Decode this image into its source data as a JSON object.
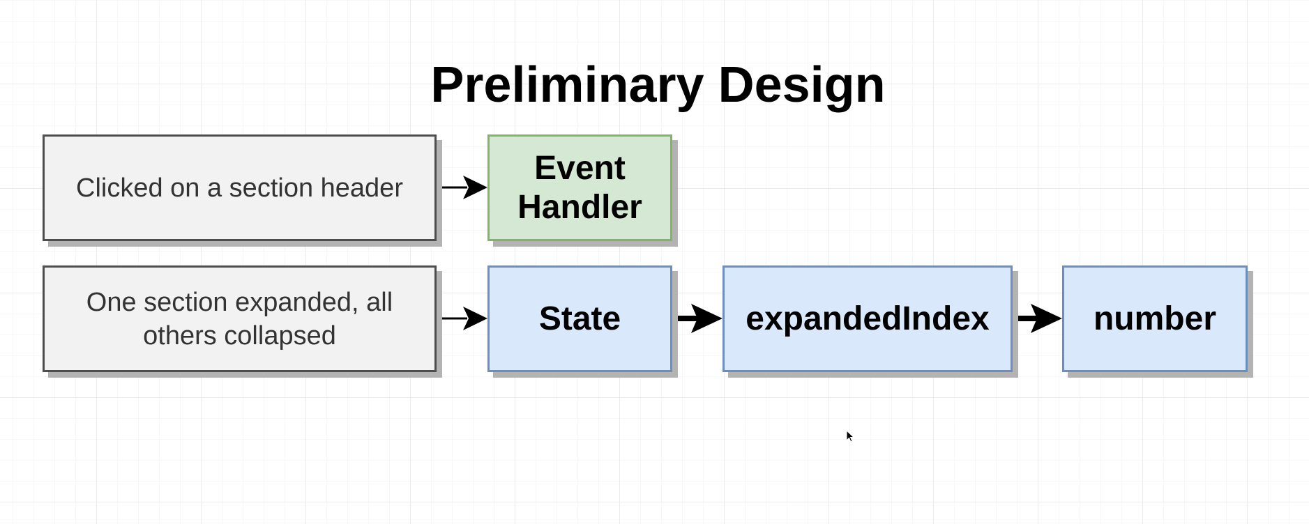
{
  "diagram": {
    "title": "Preliminary Design",
    "nodes": {
      "clicked": "Clicked on a section header",
      "event_handler": "Event Handler",
      "expanded": "One section expanded, all others collapsed",
      "state": "State",
      "expanded_index": "expandedIndex",
      "number": "number"
    },
    "colors": {
      "gray_fill": "#f2f2f2",
      "gray_stroke": "#4d4d4d",
      "green_fill": "#d5e8d4",
      "green_stroke": "#82b366",
      "blue_fill": "#dae8fc",
      "blue_stroke": "#6c8ebf",
      "shadow": "#b3b3b3",
      "arrow": "#000000"
    }
  }
}
